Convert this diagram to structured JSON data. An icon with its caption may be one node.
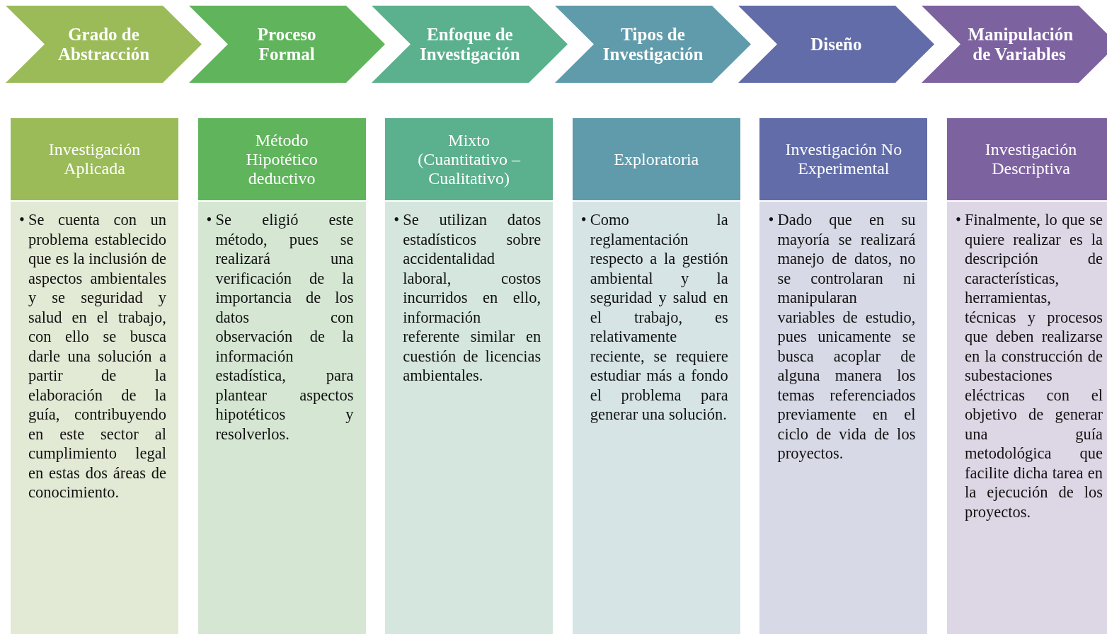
{
  "diagram": {
    "nodes": [
      {
        "text": [
          "Grado de Abstracción"
        ]
      },
      {
        "text": [
          "Proceso Formal"
        ]
      },
      {
        "text": [
          "Enfoque de Investigación"
        ]
      },
      {
        "text": [
          "Tipos de Investigación"
        ]
      },
      {
        "text": [
          "Diseño"
        ]
      },
      {
        "text": [
          "Manipulación de Variables"
        ]
      },
      {
        "text": [
          "Investigación Aplicada"
        ]
      },
      {
        "text": [
          "Método Hipotético deductivo"
        ]
      },
      {
        "text": [
          "Mixto (Cuantitativo – Cualitativo)"
        ]
      },
      {
        "text": [
          "Exploratoria"
        ]
      },
      {
        "text": [
          "Investigación No Experimental"
        ]
      },
      {
        "text": [
          "Investigación Descriptiva"
        ]
      },
      {
        "text": [
          "•",
          "Se cuenta con un problema establecido que es la inclusión de aspectos ambientales y se seguridad y salud en el trabajo, con ello se busca darle una solución a partir de la elaboración de la guía, contribuyendo en este sector al cumplimiento legal en estas dos áreas de conocimiento."
        ]
      },
      {
        "text": [
          "•",
          "Se eligió este método, pues se realizará una verificación de la importancia de los datos con observación de la información estadística, para plantear aspectos hipotéticos y resolverlos."
        ]
      },
      {
        "text": [
          "•",
          "Se utilizan datos estadísticos sobre accidentalidad laboral, costos incurridos en ello, información referente similar en cuestión de licencias ambientales."
        ]
      },
      {
        "text": [
          "•",
          "Como la reglamentación respecto a la gestión ambiental y la seguridad y salud en el trabajo, es relativamente reciente, se requiere estudiar más a fondo el problema para generar una solución."
        ]
      },
      {
        "text": [
          "•",
          "Dado que en su mayoría se realizará manejo de datos, no se controlaran ni manipularan variables de estudio, pues unicamente se busca acoplar de alguna manera los temas referenciados previamente en el ciclo de vida de los proyectos."
        ]
      },
      {
        "text": [
          "•",
          "Finalmente, lo que se quiere realizar es la descripción de características, herramientas, técnicas y procesos que deben realizarse en la construcción de subestaciones eléctricas con el objetivo de generar una guía metodológica que facilite dicha tarea en la ejecución de los proyectos."
        ]
      }
    ]
  }
}
